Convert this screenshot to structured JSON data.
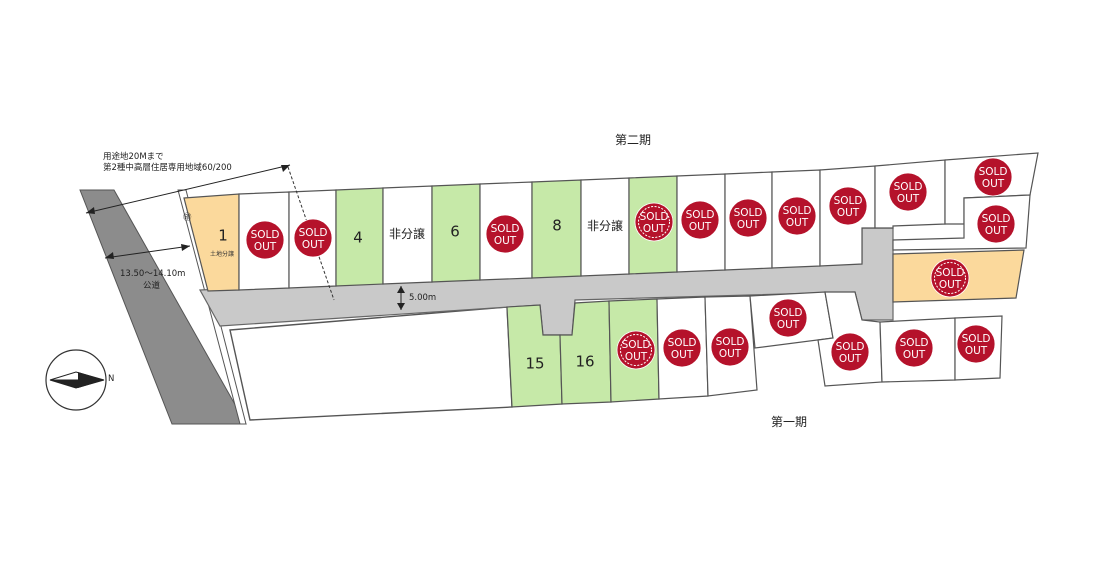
{
  "phase_two_label": "第二期",
  "phase_one_label": "第一期",
  "zoning_line1": "用途地20Mまで",
  "zoning_line2": "第2種中高層住居専用地域60/200",
  "public_road_width": "13.50～14.10m",
  "public_road_label": "公道",
  "private_road_width": "5.00m",
  "compass_label": "N",
  "lot_1": {
    "number": "1",
    "note": "土地分譲"
  },
  "lot_4": {
    "number": "4"
  },
  "lot_6": {
    "number": "6"
  },
  "lot_8": {
    "number": "8"
  },
  "lot_15": {
    "number": "15"
  },
  "lot_16": {
    "number": "16"
  },
  "not_for_sale_label": "非分譲",
  "sold_out_line1": "SOLD",
  "sold_out_line2": "OUT",
  "small_mark": "㊞",
  "colors": {
    "available": "#c6e9a8",
    "land_sale": "#fbd99c",
    "sold_out": "#b5122b",
    "road": "#c9c9c9",
    "public_road": "#8c8c8c"
  }
}
